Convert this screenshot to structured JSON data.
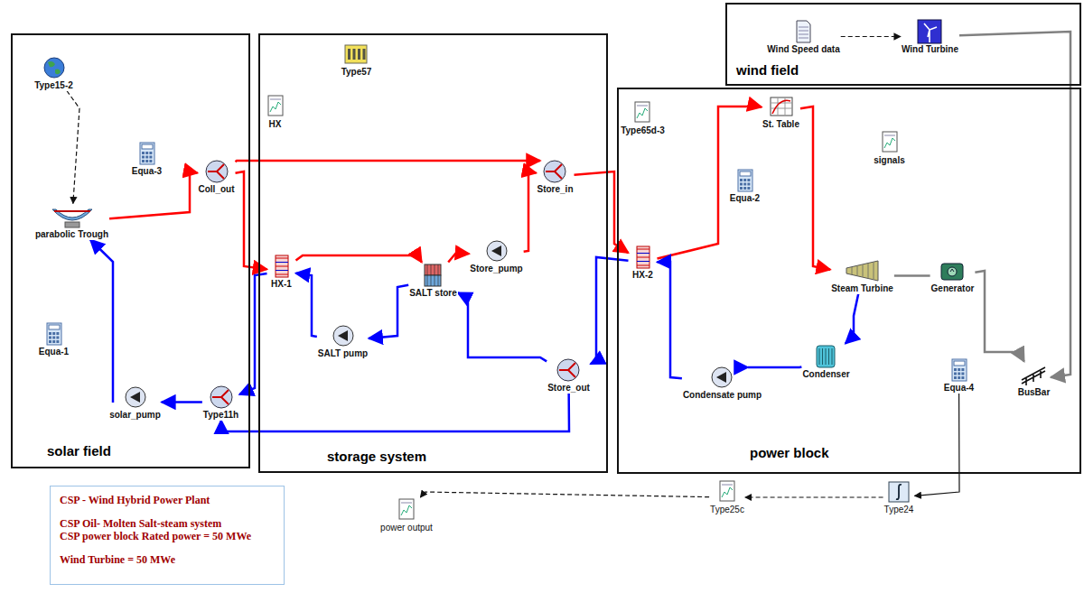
{
  "diagram": {
    "nodes": [
      {
        "text": [
          "solar field"
        ]
      },
      {
        "text": [
          "Type15-2"
        ],
        "in": 0
      },
      {
        "text": [
          "Equa-3"
        ],
        "in": 0
      },
      {
        "text": [
          "parabolic Trough"
        ],
        "in": 0
      },
      {
        "text": [
          "Coll_out"
        ],
        "in": 0
      },
      {
        "text": [
          "Equa-1"
        ],
        "in": 0
      },
      {
        "text": [
          "solar_pump"
        ],
        "in": 0
      },
      {
        "text": [
          "Type11h"
        ],
        "in": 0
      },
      {
        "text": [
          "storage system"
        ]
      },
      {
        "text": [
          "Type57"
        ],
        "in": 8
      },
      {
        "text": [
          "HX"
        ],
        "in": 8
      },
      {
        "text": [
          "HX-1"
        ],
        "in": 8
      },
      {
        "text": [
          "SALT store"
        ],
        "in": 8
      },
      {
        "text": [
          "Store_pump"
        ],
        "in": 8
      },
      {
        "text": [
          "Store_in"
        ],
        "in": 8
      },
      {
        "text": [
          "SALT pump"
        ],
        "in": 8
      },
      {
        "text": [
          "Store_out"
        ],
        "in": 8
      },
      {
        "text": [
          "wind field"
        ]
      },
      {
        "text": [
          "Wind Speed data"
        ],
        "in": 17
      },
      {
        "text": [
          "Wind Turbine"
        ],
        "in": 17
      },
      {
        "text": [
          "power block"
        ]
      },
      {
        "text": [
          "Type65d-3"
        ],
        "in": 20
      },
      {
        "text": [
          "St. Table"
        ],
        "in": 20
      },
      {
        "text": [
          "Equa-2"
        ],
        "in": 20
      },
      {
        "text": [
          "signals"
        ],
        "in": 20
      },
      {
        "text": [
          "HX-2"
        ],
        "in": 20
      },
      {
        "text": [
          "Steam Turbine"
        ],
        "in": 20
      },
      {
        "text": [
          "Generator"
        ],
        "in": 20
      },
      {
        "text": [
          "Condenser"
        ],
        "in": 20
      },
      {
        "text": [
          "Condensate pump"
        ],
        "in": 20
      },
      {
        "text": [
          "Equa-4"
        ],
        "in": 20
      },
      {
        "text": [
          "BusBar"
        ],
        "in": 20
      },
      {
        "text": [
          "Type25c"
        ]
      },
      {
        "text": [
          "Type24"
        ]
      },
      {
        "text": [
          "power output"
        ]
      },
      {
        "text": [
          "CSP - Wind Hybrid Power Plant",
          "CSP Oil- Molten Salt-steam system",
          "CSP power block Rated power = 50 MWe",
          "Wind Turbine = 50 MWe"
        ]
      }
    ],
    "edges": [
      {
        "from": 3,
        "to": 4,
        "arrow": "to"
      },
      {
        "from": 4,
        "to": 11,
        "arrow": "to"
      },
      {
        "from": 4,
        "to": 14,
        "arrow": "to"
      },
      {
        "from": 11,
        "to": 12,
        "arrow": "to"
      },
      {
        "from": 12,
        "to": 13,
        "arrow": "to"
      },
      {
        "from": 13,
        "to": 14,
        "arrow": "to"
      },
      {
        "from": 14,
        "to": 25,
        "arrow": "to"
      },
      {
        "from": 25,
        "to": 22,
        "arrow": "to"
      },
      {
        "from": 22,
        "to": 26,
        "arrow": "to"
      },
      {
        "from": 26,
        "to": 28,
        "arrow": "to"
      },
      {
        "from": 28,
        "to": 29,
        "arrow": "to"
      },
      {
        "from": 29,
        "to": 25,
        "arrow": "to"
      },
      {
        "from": 25,
        "to": 16,
        "arrow": "to"
      },
      {
        "from": 16,
        "to": 12,
        "arrow": "to"
      },
      {
        "from": 12,
        "to": 15,
        "arrow": "to"
      },
      {
        "from": 15,
        "to": 11,
        "arrow": "to"
      },
      {
        "from": 11,
        "to": 7,
        "arrow": "to"
      },
      {
        "from": 16,
        "to": 7,
        "arrow": "to"
      },
      {
        "from": 7,
        "to": 6,
        "arrow": "to"
      },
      {
        "from": 6,
        "to": 3,
        "arrow": "to"
      },
      {
        "from": 26,
        "to": 27,
        "arrow": "none"
      },
      {
        "from": 27,
        "to": 31,
        "arrow": "to"
      },
      {
        "from": 19,
        "to": 31,
        "arrow": "to"
      },
      {
        "from": 18,
        "to": 19,
        "arrow": "to"
      },
      {
        "from": 1,
        "to": 3,
        "arrow": "to"
      },
      {
        "from": 30,
        "to": 33,
        "arrow": "to"
      },
      {
        "from": 33,
        "to": 32,
        "arrow": "to"
      },
      {
        "from": 32,
        "to": 34,
        "arrow": "to"
      }
    ]
  }
}
